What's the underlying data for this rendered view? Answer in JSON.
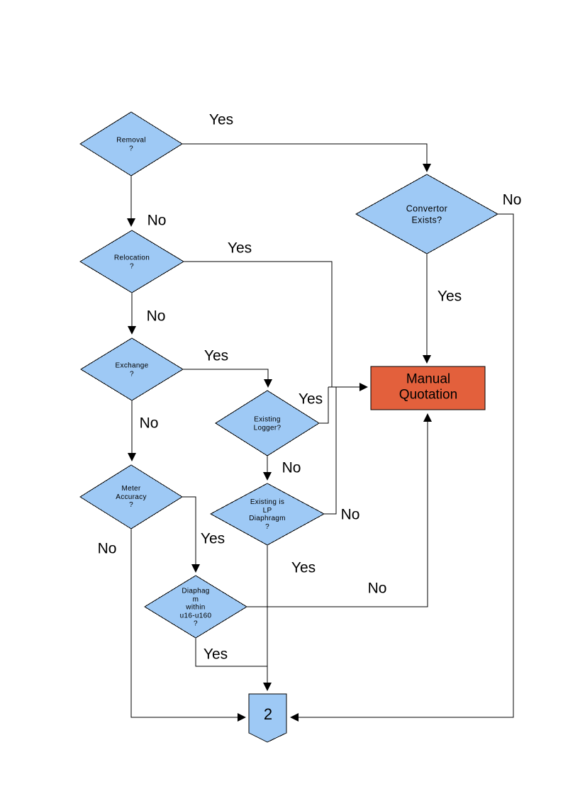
{
  "diagram": {
    "type": "flowchart",
    "nodes": {
      "removal": {
        "label": "Removal\n?"
      },
      "relocation": {
        "label": "Relocation\n?"
      },
      "exchange": {
        "label": "Exchange\n?"
      },
      "meter_accuracy": {
        "label": "Meter\nAccuracy\n?"
      },
      "convertor_exists": {
        "label": "Convertor\nExists?"
      },
      "existing_logger": {
        "label": "Existing\nLogger?"
      },
      "existing_lp_diaphragm": {
        "label": "Existing is\nLP\nDiaphragm\n?"
      },
      "diaphragm_within": {
        "label": "Diaphag\nm\nwithin\nu16-u160\n?"
      },
      "manual_quotation": {
        "label": "Manual\nQuotation"
      },
      "connector_2": {
        "label": "2"
      }
    },
    "edge_labels": {
      "removal_yes": "Yes",
      "removal_no": "No",
      "relocation_yes": "Yes",
      "relocation_no": "No",
      "exchange_yes": "Yes",
      "exchange_no": "No",
      "logger_yes": "Yes",
      "logger_no": "No",
      "convertor_yes": "Yes",
      "convertor_no": "No",
      "lp_yes": "Yes",
      "lp_no": "No",
      "meter_yes": "Yes",
      "meter_no": "No",
      "diaphragm_yes": "Yes",
      "diaphragm_no": "No"
    },
    "colors": {
      "node_fill": "#9EC9F5",
      "node_stroke": "#000000",
      "manual_quotation_fill": "#E3603C",
      "line": "#000000"
    }
  }
}
